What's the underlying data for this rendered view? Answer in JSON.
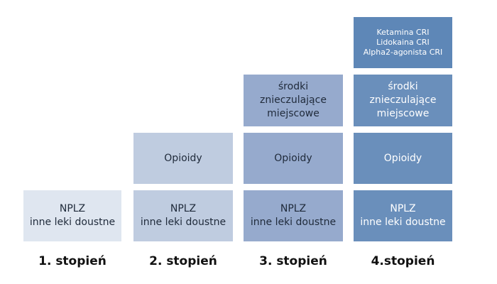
{
  "levels": [
    {
      "label": "1. stopień",
      "boxes": [
        "NPLZ\ninne leki doustne"
      ]
    },
    {
      "label": "2. stopień",
      "boxes": [
        "NPLZ\ninne leki doustne",
        "Opioidy"
      ]
    },
    {
      "label": "3. stopień",
      "boxes": [
        "NPLZ\ninne leki doustne",
        "Opioidy",
        "środki\nznieczulające\nmiejscowe"
      ]
    },
    {
      "label": "4.stopień",
      "boxes": [
        "NPLZ\ninne leki doustne",
        "Opioidy",
        "środki\nznieczulające\nmiejscowe",
        "Ketamina CRI\nLidokaina CRI\nAlpha2-agonista CRI"
      ]
    }
  ],
  "colors": {
    "level1": "#dfe6f0",
    "level2": "#bfcce0",
    "level3": "#96aacd",
    "level4": "#6a8fbb",
    "level4_top": "#5e87b7"
  }
}
